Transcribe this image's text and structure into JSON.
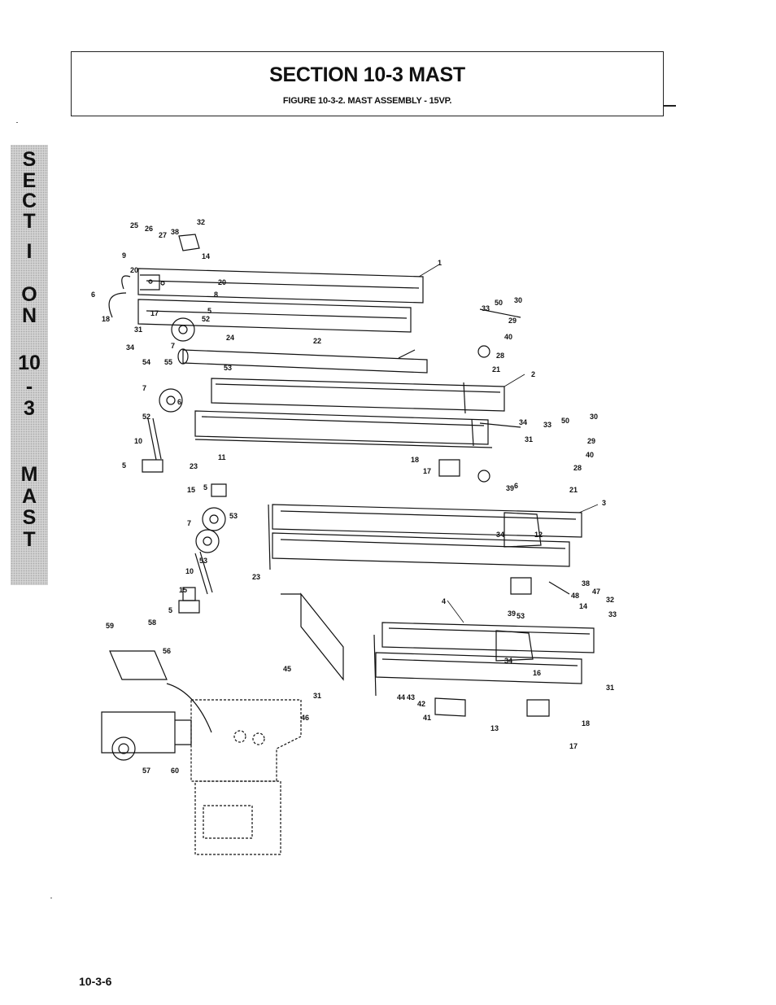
{
  "header": {
    "title": "SECTION 10-3 MAST",
    "subtitle": "FIGURE 10-3-2. MAST ASSEMBLY - 15VP."
  },
  "side_tab": {
    "chars": [
      "S",
      "E",
      "C",
      "T",
      "I",
      "O",
      "N",
      "10",
      "-",
      "3",
      "M",
      "A",
      "S",
      "T"
    ]
  },
  "diagram": {
    "callouts": {
      "c1": "1",
      "c2": "2",
      "c3": "3",
      "c4": "4",
      "c5a": "5",
      "c5b": "5",
      "c5c": "5",
      "c5d": "5",
      "c6a": "6",
      "c6b": "6",
      "c6c": "6",
      "c7a": "7",
      "c7b": "7",
      "c7c": "7",
      "c8": "8",
      "c9": "9",
      "c10a": "10",
      "c10b": "10",
      "c11": "11",
      "c12": "12",
      "c13": "13",
      "c14a": "14",
      "c14b": "14",
      "c15a": "15",
      "c15b": "15",
      "c16": "16",
      "c17a": "17",
      "c17b": "17",
      "c17c": "17",
      "c18a": "18",
      "c18b": "18",
      "c18c": "18",
      "c20a": "20",
      "c20b": "20",
      "c21a": "21",
      "c21b": "21",
      "c22": "22",
      "c23a": "23",
      "c23b": "23",
      "c24": "24",
      "c25": "25",
      "c26": "26",
      "c27": "27",
      "c28a": "28",
      "c28b": "28",
      "c29a": "29",
      "c29b": "29",
      "c30a": "30",
      "c30b": "30",
      "c31a": "31",
      "c31b": "31",
      "c31c": "31",
      "c31d": "31",
      "c32a": "32",
      "c32b": "32",
      "c33a": "33",
      "c33b": "33",
      "c33c": "33",
      "c34a": "34",
      "c34b": "34",
      "c34c": "34",
      "c34d": "34",
      "c38a": "38",
      "c38b": "38",
      "c39a": "39",
      "c39b": "39",
      "c40a": "40",
      "c40b": "40",
      "c41": "41",
      "c42": "42",
      "c43": "43",
      "c44": "44",
      "c45": "45",
      "c46": "46",
      "c47": "47",
      "c48": "48",
      "c50a": "50",
      "c50b": "50",
      "c52a": "52",
      "c52b": "52",
      "c53a": "53",
      "c53b": "53",
      "c53c": "53",
      "c53d": "53",
      "c54": "54",
      "c55": "55",
      "c56": "56",
      "c57": "57",
      "c58": "58",
      "c59": "59",
      "c60": "60"
    }
  },
  "footer": {
    "page_number": "10-3-6"
  }
}
